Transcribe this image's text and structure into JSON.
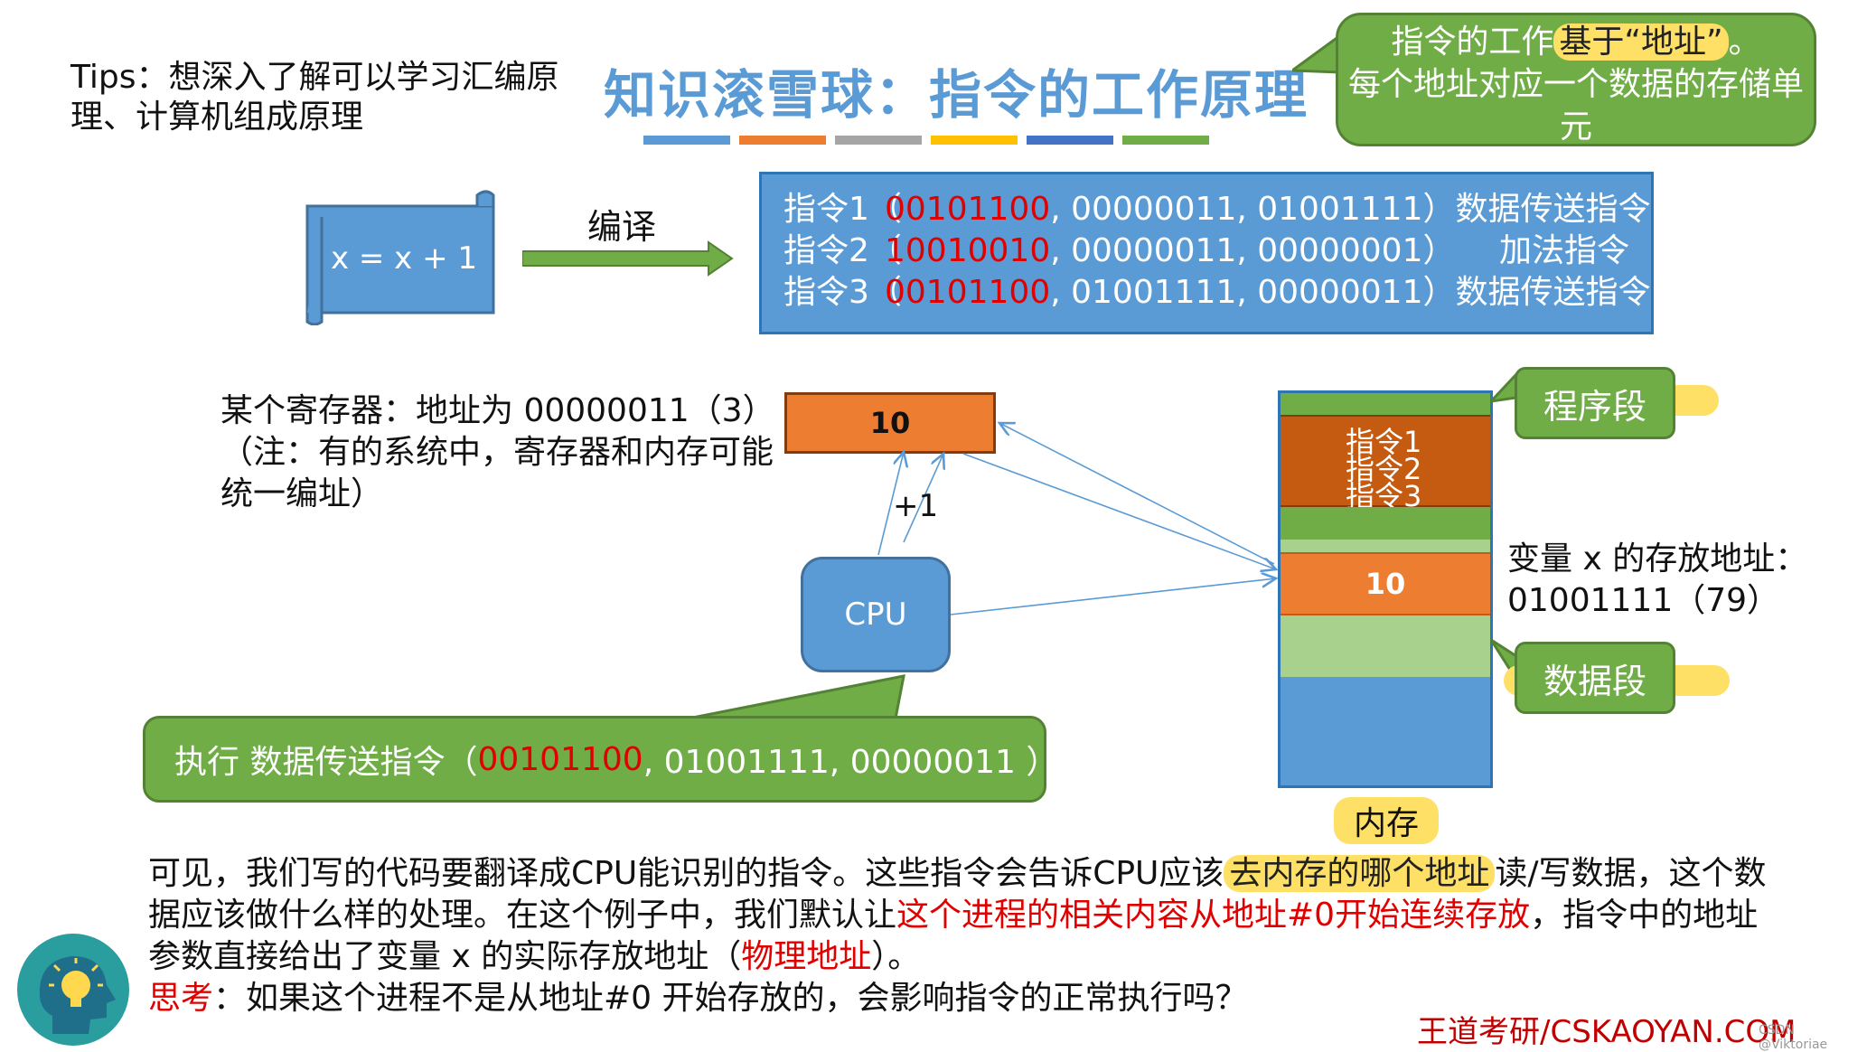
{
  "tips": "Tips：想深入了解可以学习汇编原理、计算机组成原理",
  "title": "知识滚雪球：指令的工作原理",
  "title_bar_colors": [
    "#5b9bd5",
    "#ed7d31",
    "#a5a5a5",
    "#ffc000",
    "#4472c4",
    "#70ad47"
  ],
  "callout": {
    "line1_a": "指令的工作",
    "line1_hl": "基于“地址”",
    "line1_b": "。",
    "line2": "每个地址对应一个数据的存储单元"
  },
  "code": "x = x + 1",
  "compile_label": "编译",
  "instructions": [
    {
      "label": "指令1（",
      "op": "00101100",
      "rest": ", 00000011, 01001111）",
      "type": "数据传送指令"
    },
    {
      "label": "指令2（",
      "op": "10010010",
      "rest": ", 00000011, 00000001）",
      "type": "加法指令"
    },
    {
      "label": "指令3（",
      "op": "00101100",
      "rest": ", 01001111, 00000011）",
      "type": "数据传送指令"
    }
  ],
  "register": {
    "desc_line1": "某个寄存器：地址为 00000011（3）",
    "desc_line2": "（注：有的系统中，寄存器和内存可能统一编址）",
    "value": "10"
  },
  "plus_one": "+1",
  "cpu_label": "CPU",
  "exec": {
    "prefix": "执行 数据传送指令（ ",
    "op": "00101100",
    "rest": ", 01001111, 00000011 ）"
  },
  "memory": {
    "instr_labels": [
      "指令1",
      "指令2",
      "指令3"
    ],
    "value": "10",
    "program_segment": "程序段",
    "data_segment": "数据段",
    "label": "内存"
  },
  "variable": {
    "line1": "变量 x 的存放地址：",
    "line2": "01001111（79）"
  },
  "paragraph": {
    "p1": "可见，我们写的代码要翻译成CPU能识别的指令。这些指令会告诉CPU应该",
    "p1_hl": "去内存的哪个地址",
    "p2": "读/写数据，这个数据应该做什么样的处理。在这个例子中，我们默认让",
    "p2_red": "这个进程的相关内容从地址#0开始连续存放",
    "p3": "，指令中的地址参数直接给出了变量 x 的实际存放地址（",
    "p3_red": "物理地址",
    "p4": "）。",
    "think_label": "思考",
    "think": "：如果这个进程不是从地址#0 开始存放的，会影响指令的正常执行吗？"
  },
  "brand": "王道考研/CSKAOYAN.COM",
  "credit": "CSDN @Viktoriae"
}
